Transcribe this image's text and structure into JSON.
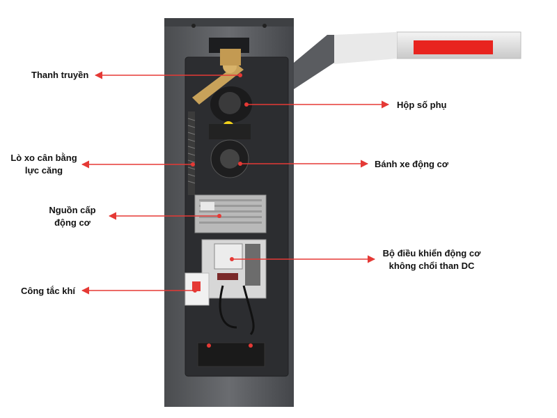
{
  "labels": {
    "connecting_rod": "Thanh truyền",
    "aux_gearbox": "Hộp số phụ",
    "spring_line1": "Lò xo cân bằng",
    "spring_line2": "lực căng",
    "motor_wheel": "Bánh xe động cơ",
    "power_line1": "Nguồn cấp",
    "power_line2": "động cơ",
    "controller_line1": "Bộ điều khiển động cơ",
    "controller_line2": "không chổi than DC",
    "breaker": "Công tắc khí"
  },
  "colors": {
    "arrow": "#e53935",
    "cabinet": "#5b5d60",
    "interior": "#2c2d30",
    "boom_red": "#e8241f"
  }
}
